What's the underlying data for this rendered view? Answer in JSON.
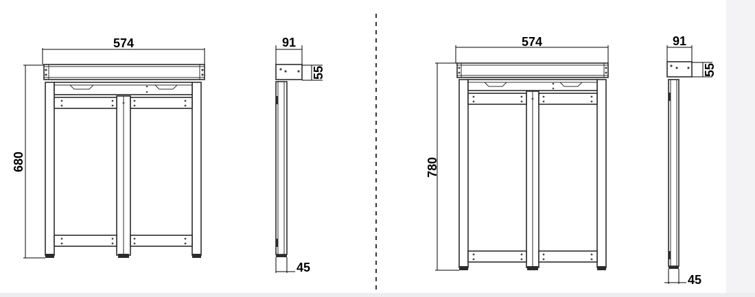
{
  "colors": {
    "line": "#2b2b2b",
    "background": "#ffffff",
    "divider": "#333333"
  },
  "drawings": [
    {
      "front": {
        "width_label": "574",
        "height_label": "680"
      },
      "side": {
        "depth_label": "91",
        "top_height_label": "55",
        "foot_label": "45"
      }
    },
    {
      "front": {
        "width_label": "574",
        "height_label": "780"
      },
      "side": {
        "depth_label": "91",
        "top_height_label": "55",
        "foot_label": "45"
      }
    }
  ]
}
